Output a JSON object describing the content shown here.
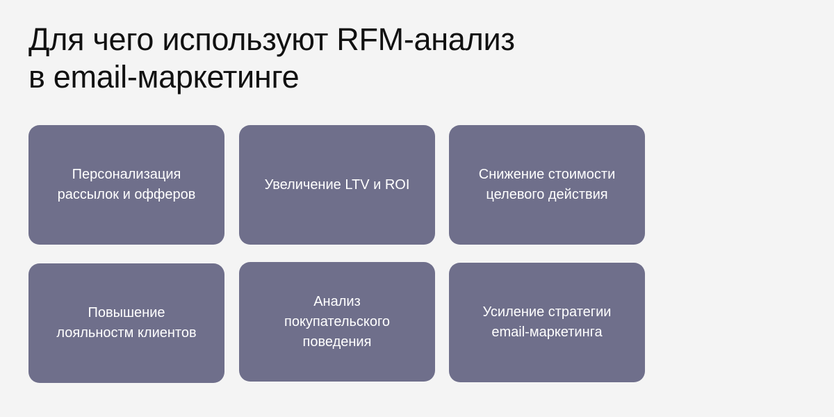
{
  "title": {
    "line1": "Для чего используют RFM-анализ",
    "line2": "в email-маркетинге"
  },
  "cards": [
    {
      "lines": [
        "Персонализация",
        "рассылок и офферов"
      ]
    },
    {
      "lines": [
        "Увеличение LTV и ROI"
      ]
    },
    {
      "lines": [
        "Снижение стоимости",
        "целевого действия"
      ]
    },
    {
      "lines": [
        "Повышение",
        "лояльностм клиентов"
      ]
    },
    {
      "lines": [
        "Анализ",
        "покупательского",
        "поведения"
      ]
    },
    {
      "lines": [
        "Усиление стратегии",
        "email-маркетинга"
      ]
    }
  ],
  "colors": {
    "background": "#f4f4f4",
    "card": "#6f6f8b",
    "card_text": "#ffffff"
  }
}
